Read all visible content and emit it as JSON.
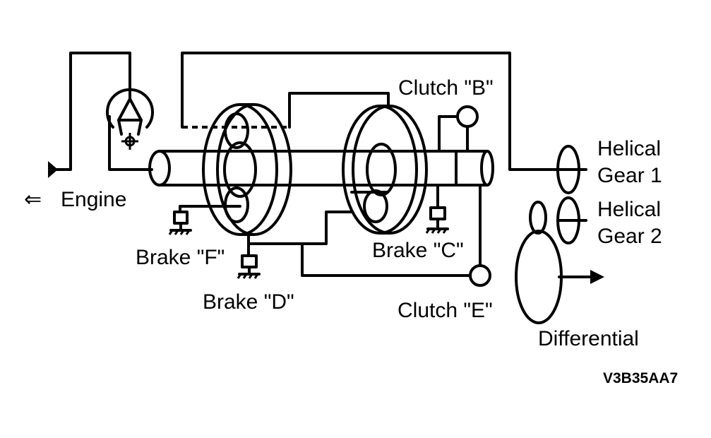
{
  "labels": {
    "engine": "Engine",
    "engine_arrow": "⇐",
    "clutch_b": "Clutch \"B\"",
    "clutch_e": "Clutch \"E\"",
    "brake_f": "Brake \"F\"",
    "brake_d": "Brake \"D\"",
    "brake_c": "Brake \"C\"",
    "helical_gear_1_line1": "Helical",
    "helical_gear_1_line2": "Gear 1",
    "helical_gear_2_line1": "Helical",
    "helical_gear_2_line2": "Gear 2",
    "differential": "Differential",
    "figure_code": "V3B35AA7"
  }
}
